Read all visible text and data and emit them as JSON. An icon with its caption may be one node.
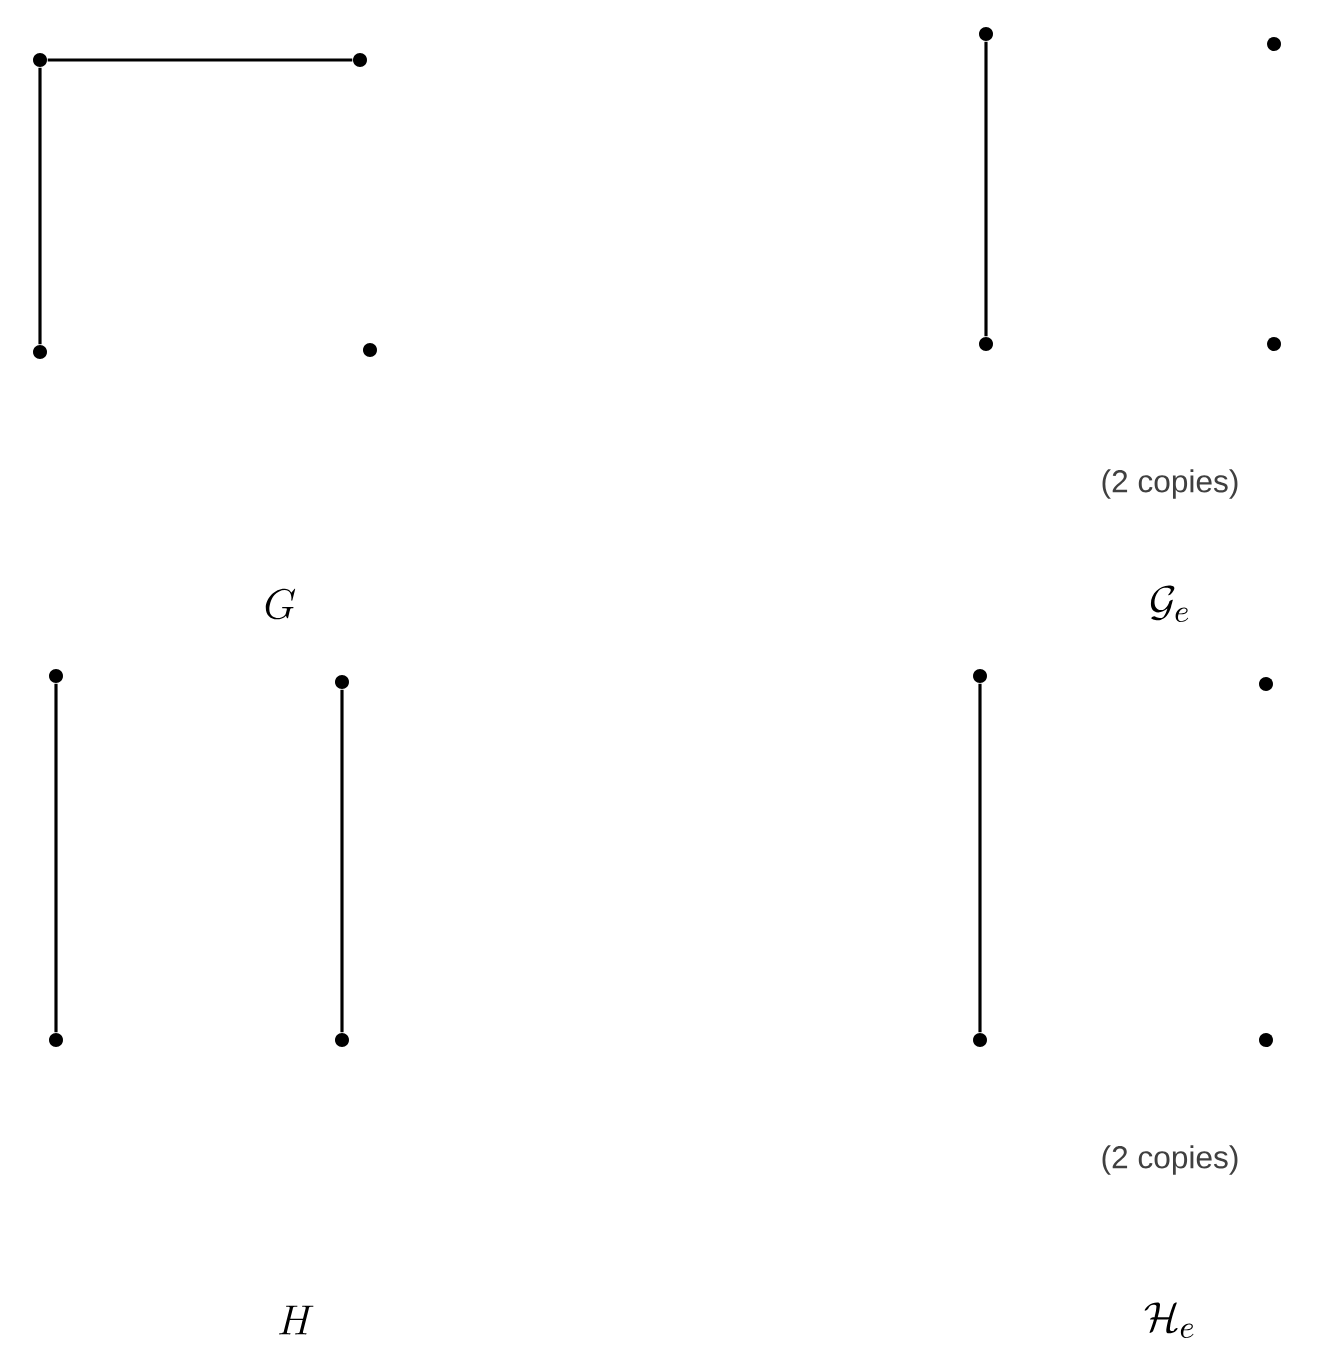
{
  "diagram": {
    "nodes": [
      {
        "text": [],
        "shape": "circle"
      },
      {
        "text": [],
        "shape": "circle"
      },
      {
        "text": [],
        "shape": "circle"
      },
      {
        "text": [],
        "shape": "circle"
      },
      {
        "text": [],
        "shape": "circle"
      },
      {
        "text": [],
        "shape": "circle"
      },
      {
        "text": [],
        "shape": "circle"
      },
      {
        "text": [],
        "shape": "circle"
      },
      {
        "text": [],
        "shape": "circle"
      },
      {
        "text": [],
        "shape": "circle"
      },
      {
        "text": [],
        "shape": "circle"
      },
      {
        "text": [],
        "shape": "circle"
      },
      {
        "text": [],
        "shape": "circle"
      },
      {
        "text": [],
        "shape": "circle"
      },
      {
        "text": [],
        "shape": "circle"
      },
      {
        "text": [],
        "shape": "circle"
      }
    ],
    "edges": [
      {
        "from": 0,
        "to": 1,
        "arrow": "none"
      },
      {
        "from": 0,
        "to": 2,
        "arrow": "none"
      },
      {
        "from": 4,
        "to": 6,
        "arrow": "none"
      },
      {
        "from": 8,
        "to": 10,
        "arrow": "none"
      },
      {
        "from": 9,
        "to": 11,
        "arrow": "none"
      },
      {
        "from": 12,
        "to": 14,
        "arrow": "none"
      }
    ],
    "labels": [
      "(2 copies)",
      "G",
      "\\mathcal{G}_e",
      "(2 copies)",
      "H",
      "\\mathcal{H}_e"
    ]
  }
}
